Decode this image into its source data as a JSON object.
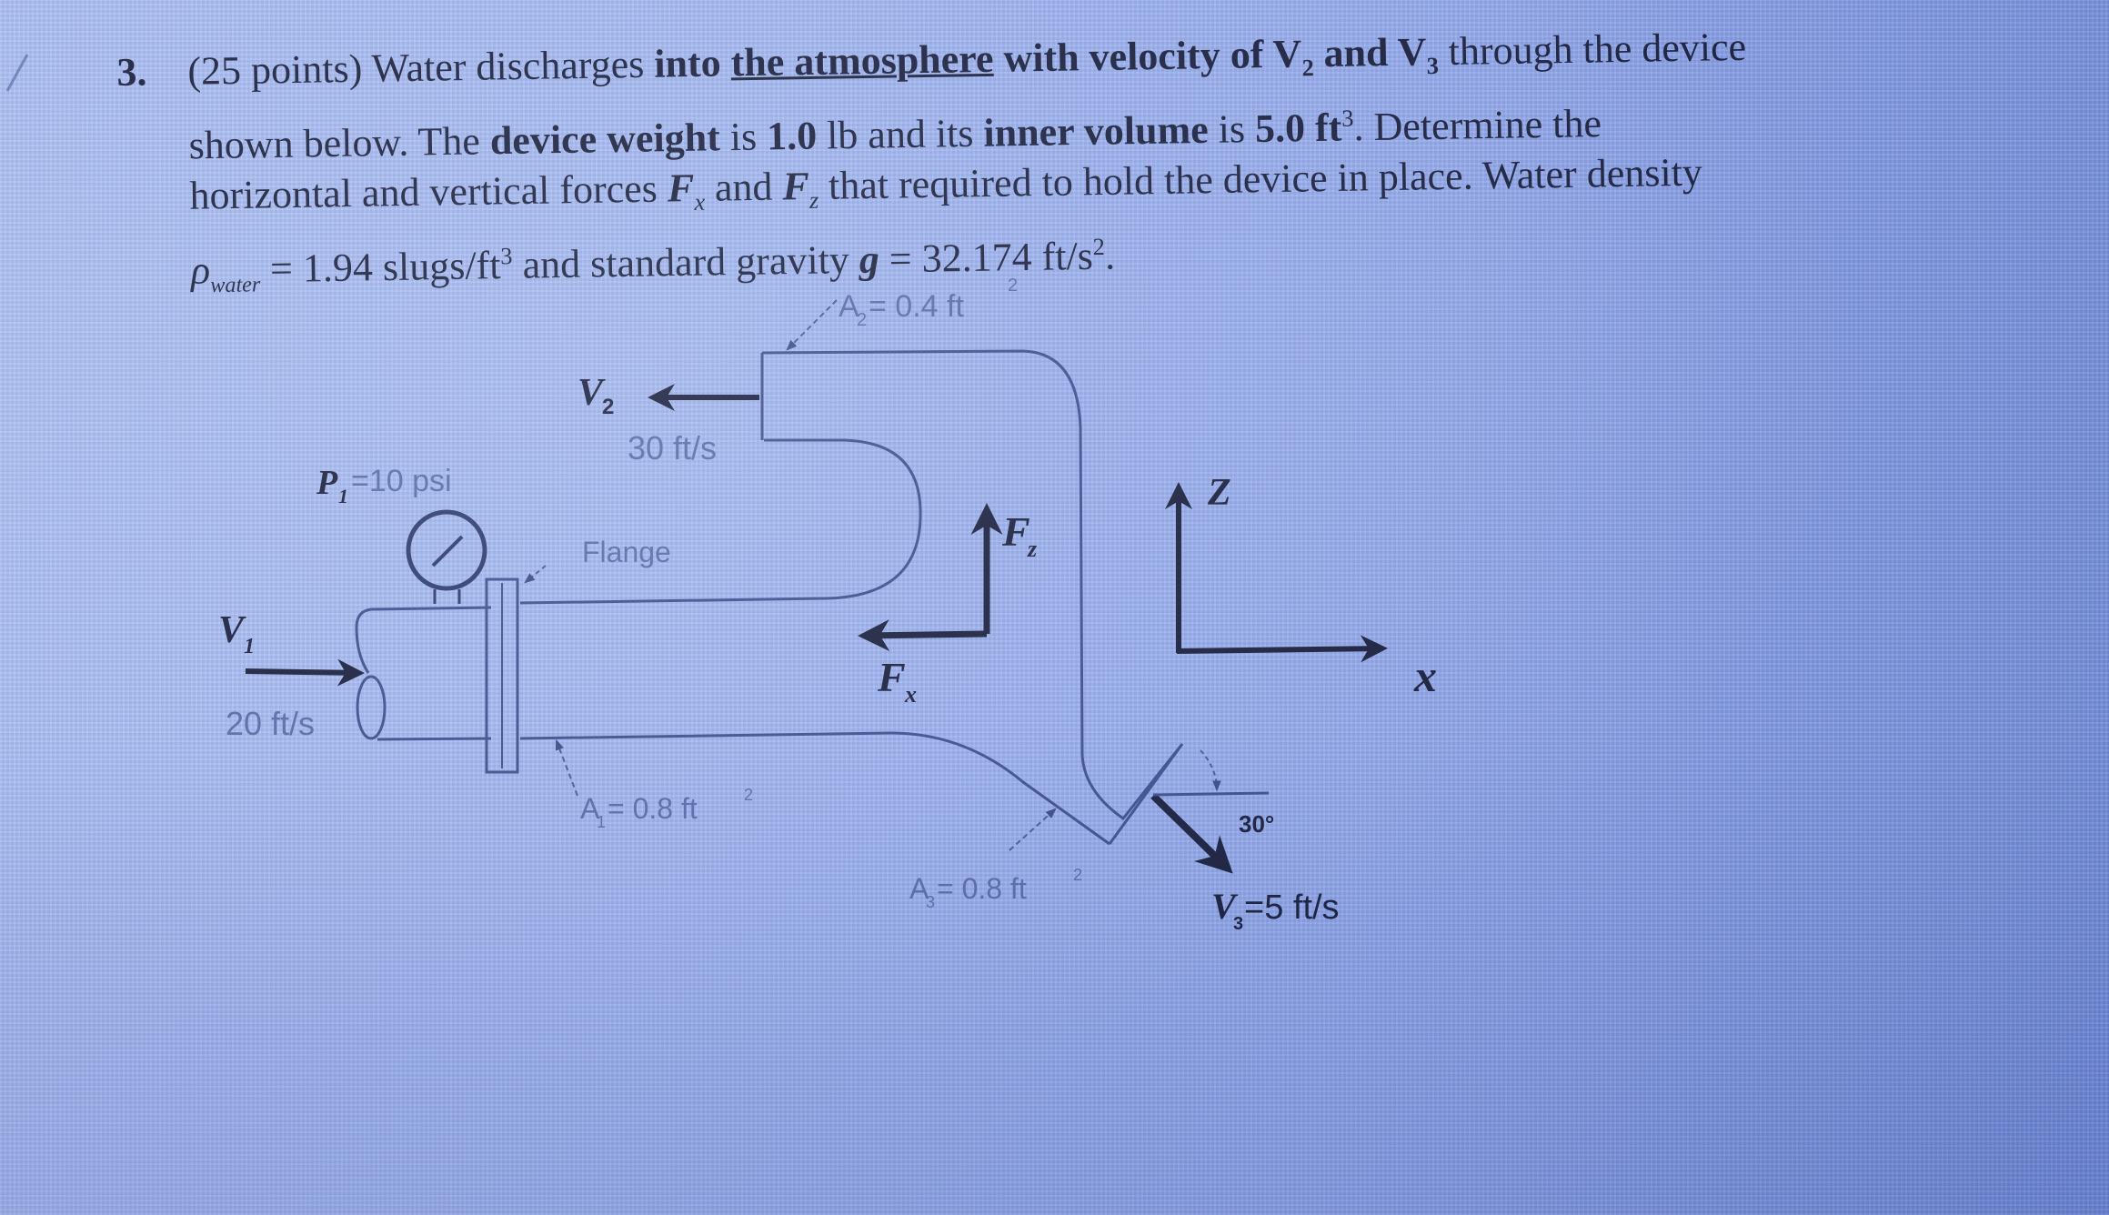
{
  "problem": {
    "number": "3.",
    "points": "(25 points)",
    "line1": {
      "a": "Water discharges ",
      "b_bold": "into ",
      "c_underline_bold": "the atmosphere",
      "d_bold": " with velocity of V",
      "d_sub": "2",
      "e_bold": " and V",
      "e_sub": "3",
      "f": " through the device"
    },
    "line2": {
      "a": "shown below. The ",
      "b_bold": "device weight",
      "c": " is ",
      "d_bold": "1.0",
      "e": " lb and its ",
      "f_bold": "inner volume",
      "g": " is ",
      "h_bold": "5.0",
      "i": " ft",
      "i_sup": "3",
      "j": ".  Determine the"
    },
    "line3": {
      "a": "horizontal and vertical forces ",
      "fx": "F",
      "fx_sub": "x",
      "b": " and ",
      "fz": "F",
      "fz_sub": "z",
      "c": " that required to hold the device in place. Water density"
    },
    "line4": {
      "rho": "ρ",
      "rho_sub": "water",
      "a": " = 1.94 slugs/ft",
      "a_sup": "3",
      "b": " and standard gravity ",
      "g": "g",
      "c": " = 32.174 ft/s",
      "c_sup": "2",
      "d": "."
    }
  },
  "diagram": {
    "v1_label": "V",
    "v1_sub": "1",
    "v1_value": "20 ft/s",
    "p1_label": "P",
    "p1_sub": "1",
    "p1_value": "=10 psi",
    "v2_label": "V",
    "v2_sub": "2",
    "v2_value": "30 ft/s",
    "a2_label": "A",
    "a2_sub": "2",
    "a2_value": "= 0.4 ft",
    "a2_sup": "2",
    "flange_label": "Flange",
    "a1_label": "A",
    "a1_sub": "1",
    "a1_value": "= 0.8 ft",
    "a1_sup": "2",
    "a3_label": "A",
    "a3_sub": "3",
    "a3_value": "= 0.8 ft",
    "a3_sup": "2",
    "fx_label": "F",
    "fx_sub": "x",
    "fz_label": "F",
    "fz_sub": "z",
    "axis_z": "Z",
    "axis_x": "x",
    "angle_label": "30°",
    "v3_label": "V",
    "v3_sub": "3",
    "v3_value": "=5 ft/s"
  },
  "colors": {
    "background": "#9fb5f1",
    "text": "#1f2542",
    "faint_label": "#5a6da8"
  }
}
